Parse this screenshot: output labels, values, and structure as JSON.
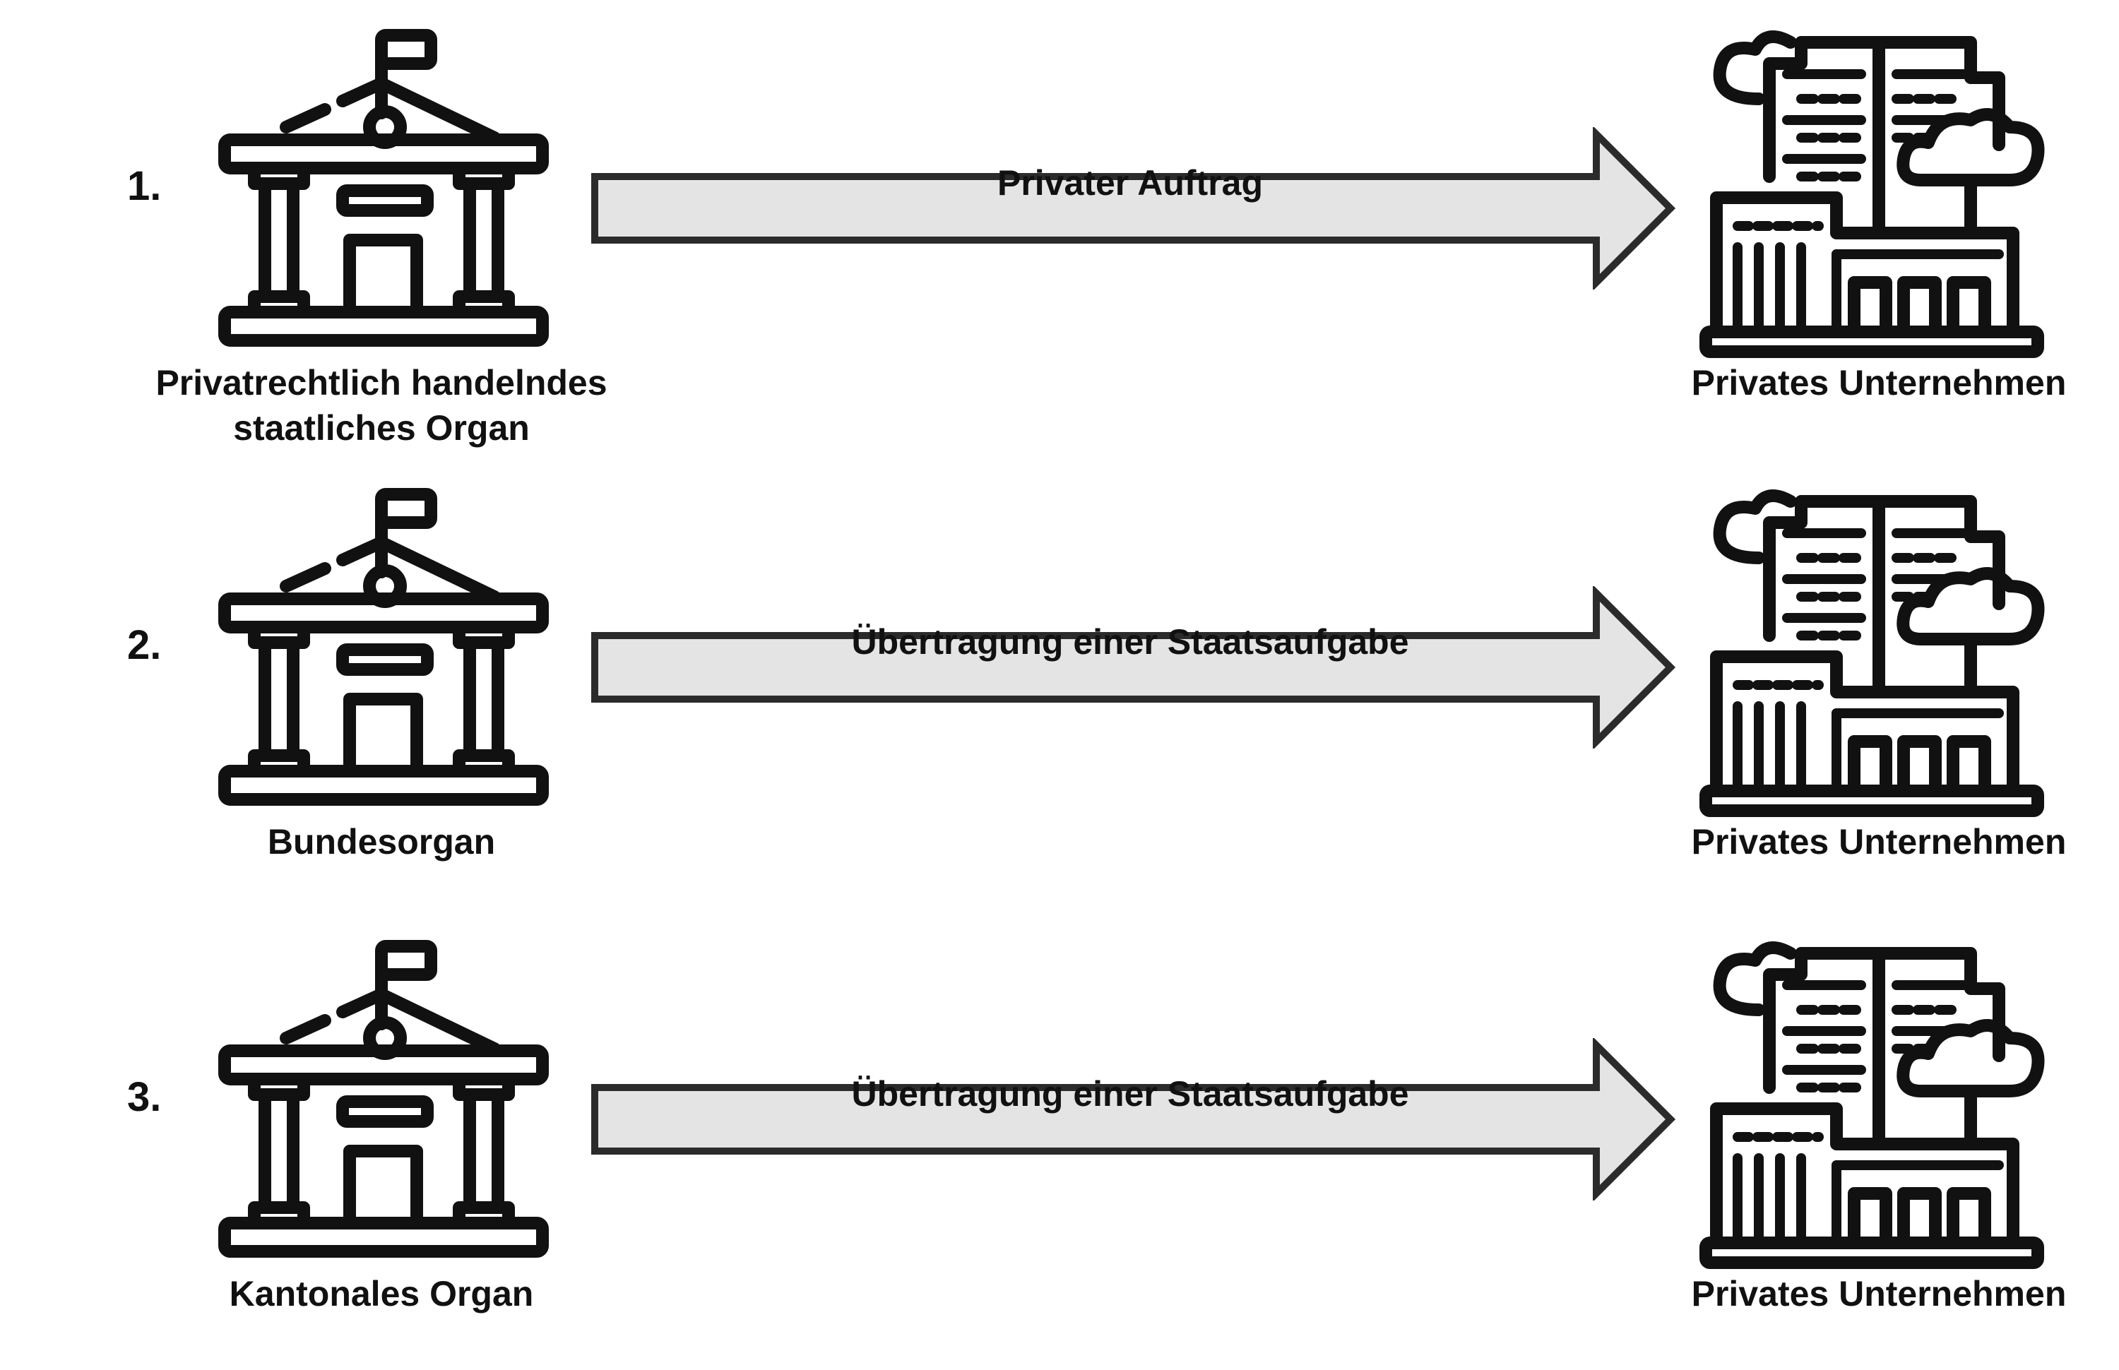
{
  "rows": [
    {
      "number": "1.",
      "source_label_line1": "Privatrechtlich handelndes",
      "source_label_line2": "staatliches Organ",
      "arrow_label": "Privater Auftrag",
      "target_label": "Privates Unternehmen",
      "source_icon": "government-building-icon",
      "target_icon": "office-building-icon"
    },
    {
      "number": "2.",
      "source_label_line1": "Bundesorgan",
      "source_label_line2": "",
      "arrow_label": "Übertragung einer Staatsaufgabe",
      "target_label": "Privates Unternehmen",
      "source_icon": "government-building-icon",
      "target_icon": "office-building-icon"
    },
    {
      "number": "3.",
      "source_label_line1": "Kantonales Organ",
      "source_label_line2": "",
      "arrow_label": "Übertragung einer Staatsaufgabe",
      "target_label": "Privates Unternehmen",
      "source_icon": "government-building-icon",
      "target_icon": "office-building-icon"
    }
  ],
  "colors": {
    "arrow_fill": "#e4e4e4",
    "stroke": "#2b2b2b",
    "icon": "#111111"
  }
}
